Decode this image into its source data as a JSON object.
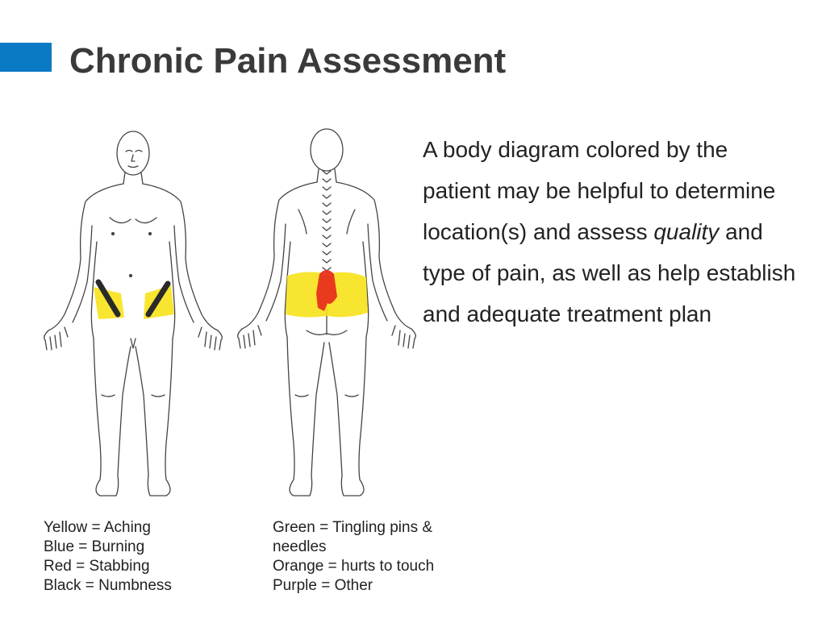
{
  "slide": {
    "title": "Chronic Pain Assessment",
    "accent_color": "#0a7ac4"
  },
  "description": {
    "before": "A body diagram colored by the patient may be helpful to determine location(s) and assess ",
    "emphasis": "quality",
    "after": " and type of pain, as well as help establish and adequate treatment plan"
  },
  "legend_left": [
    "Yellow = Aching",
    "Blue = Burning",
    "Red = Stabbing",
    "Black = Numbness"
  ],
  "legend_right": [
    "Green = Tingling pins & needles",
    "Orange = hurts to touch",
    "Purple = Other"
  ],
  "pain_colors": {
    "aching": "#f7e21a",
    "stabbing": "#e8301c",
    "numbness": "#2a2a2a"
  }
}
